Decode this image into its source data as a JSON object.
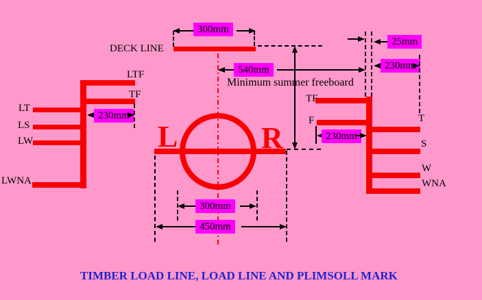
{
  "title": "TIMBER LOAD LINE, LOAD LINE AND PLIMSOLL MARK",
  "colors": {
    "background": "#FF99CC",
    "mark_red": "#F80000",
    "dim_label_bg": "#FF00FF",
    "dim_text": "#000000",
    "title_blue": "#2222CC"
  },
  "deck": {
    "label": "DECK LINE"
  },
  "freeboard_note": "Minimum summer freeboard",
  "plimsoll": {
    "left_letter": "L",
    "right_letter": "R"
  },
  "dims": {
    "deck_line_length": "300mm",
    "center_to_vertical": "540mm",
    "bar_thickness": "25mm",
    "t_line_length": "230mm",
    "timber_tf_length": "230mm",
    "f_line_length": "230mm",
    "ring_diameter": "300mm",
    "horizontal_line_length": "450mm"
  },
  "timber_comb": {
    "ltf": "LTF",
    "tf": "TF",
    "lt": "LT",
    "ls": "LS",
    "lw": "LW",
    "lwna": "LWNA"
  },
  "load_comb": {
    "tf": "TF",
    "f": "F",
    "t": "T",
    "s": "S",
    "w": "W",
    "wna": "WNA"
  }
}
